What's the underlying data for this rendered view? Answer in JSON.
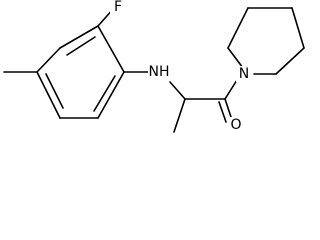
{
  "structure": {
    "atom_labels": {
      "fluorine": "F",
      "amine": "NH",
      "piperidine_nitrogen": "N",
      "carbonyl_oxygen": "O"
    },
    "colors": {
      "bond": "#000000",
      "label": "#000000",
      "background": "#ffffff"
    }
  }
}
